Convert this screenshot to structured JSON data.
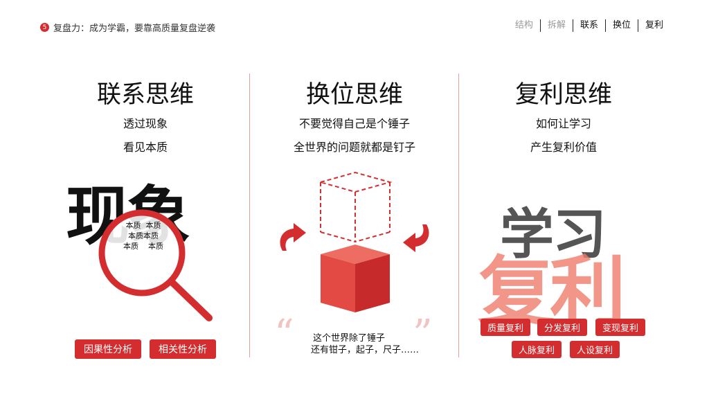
{
  "header": {
    "section_number": "5",
    "breadcrumb": "复盘力：成为学霸，要靠高质量复盘逆袭"
  },
  "nav": [
    {
      "label": "结构",
      "active": false
    },
    {
      "label": "拆解",
      "active": false
    },
    {
      "label": "联系",
      "active": true
    },
    {
      "label": "换位",
      "active": true
    },
    {
      "label": "复利",
      "active": true
    }
  ],
  "columns": [
    {
      "title": "联系思维",
      "lines": [
        "透过现象",
        "看见本质"
      ],
      "big_text": "现象",
      "lens_words": [
        "本质",
        "本质",
        "本质本质",
        "本质",
        "本质"
      ],
      "tags": [
        "因果性分析",
        "相关性分析"
      ]
    },
    {
      "title": "换位思维",
      "lines": [
        "不要觉得自己是个锤子",
        "全世界的问题就都是钉子"
      ],
      "quote_open": "“",
      "quote_close": "”",
      "caption": [
        "这个世界除了锤子",
        "还有钳子，起子，尺子……"
      ]
    },
    {
      "title": "复利思维",
      "lines": [
        "如何让学习",
        "产生复利价值"
      ],
      "big_top": "学习",
      "big_bottom": "复利",
      "tags_row1": [
        "质量复利",
        "分发复利",
        "变现复利"
      ],
      "tags_row2": [
        "人脉复利",
        "人设复利"
      ]
    }
  ],
  "colors": {
    "accent": "#d42d2f",
    "divider": "#e4a0a0",
    "quote": "#f1c4c4"
  },
  "icons": [
    "magnifier-icon",
    "cube-icon",
    "rotate-arrow-icon"
  ]
}
